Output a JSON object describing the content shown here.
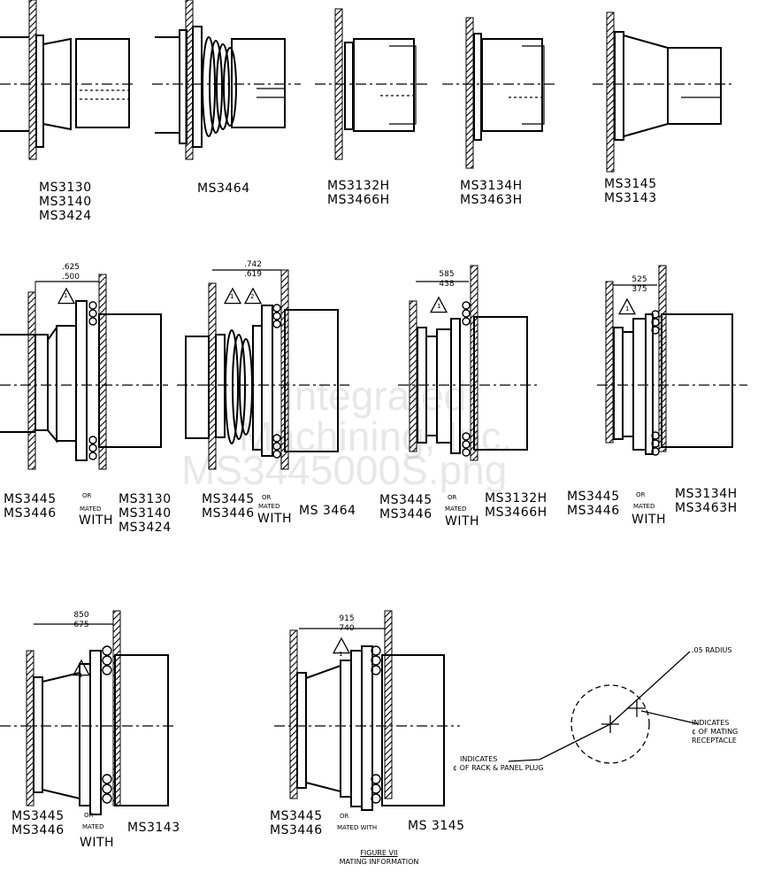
{
  "top_row": [
    {
      "lines": [
        "MS3130",
        "MS3140",
        "MS3424"
      ]
    },
    {
      "lines": [
        "MS3464"
      ]
    },
    {
      "lines": [
        "MS3132H",
        "MS3466H"
      ]
    },
    {
      "lines": [
        "MS3134H",
        "MS3463H"
      ]
    },
    {
      "lines": [
        "MS3145",
        "MS3143"
      ]
    }
  ],
  "mid_row": [
    {
      "dim_max": ".625",
      "dim_min": ".500",
      "notes": [
        "1"
      ],
      "receptacle": [
        "MS3445",
        "MS3446"
      ],
      "or": "OR",
      "mated": "MATED",
      "with": "WITH",
      "plug": [
        "MS3130",
        "MS3140",
        "MS3424"
      ]
    },
    {
      "dim_max": ".742",
      "dim_min": ".619",
      "notes": [
        "1",
        "2"
      ],
      "receptacle": [
        "MS3445",
        "MS3446"
      ],
      "or": "OR",
      "mated": "MATED",
      "with": "WITH",
      "plug": [
        "MS 3464"
      ]
    },
    {
      "dim_max": "585",
      "dim_min": "438",
      "notes": [
        "1"
      ],
      "receptacle": [
        "MS3445",
        "MS3446"
      ],
      "or": "OR",
      "mated": "MATED",
      "with": "WITH",
      "plug": [
        "MS3132H",
        "MS3466H"
      ]
    },
    {
      "dim_max": "525",
      "dim_min": "375",
      "notes": [
        "1"
      ],
      "receptacle": [
        "MS3445",
        "MS3446"
      ],
      "or": "OR",
      "mated": "MATED",
      "with": "WITH",
      "plug": [
        "MS3134H",
        "MS3463H"
      ]
    }
  ],
  "bottom_row": [
    {
      "dim_max": "850",
      "dim_min": "675",
      "notes": [
        "1"
      ],
      "receptacle": [
        "MS3445",
        "MS3446"
      ],
      "or": "OR",
      "mated": "MATED",
      "with": "WITH",
      "plug": [
        "MS3143"
      ]
    },
    {
      "dim_max": "915",
      "dim_min": "740",
      "notes": [
        "1"
      ],
      "receptacle": [
        "MS3445",
        "MS3446"
      ],
      "or": "OR",
      "mated_with": "MATED WITH",
      "plug": [
        "MS 3145"
      ]
    }
  ],
  "detail": {
    "radius": ".05 RADIUS",
    "mating_receptacle": [
      "INDICATES",
      "¢ OF MATING",
      "RECEPTACLE"
    ],
    "rack_panel_plug": [
      "INDICATES",
      "¢ OF RACK & PANEL PLUG"
    ]
  },
  "figure": {
    "title": "FIGURE VII",
    "subtitle": "MATING INFORMATION"
  },
  "watermark": [
    "Integrated",
    "Machining, Inc.",
    "MS3445000S.png"
  ],
  "colors": {
    "ink": "#000000",
    "paper": "#ffffff"
  }
}
